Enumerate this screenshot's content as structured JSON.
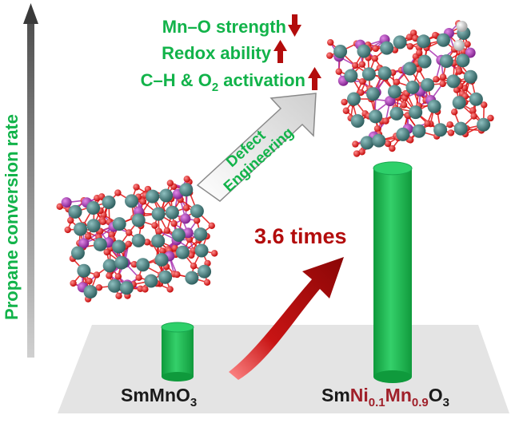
{
  "axis": {
    "label": "Propane conversion rate"
  },
  "properties": [
    {
      "label": "Mn–O strength",
      "trend": "down"
    },
    {
      "label": "Redox ability",
      "trend": "up"
    },
    {
      "label": "C–H & O",
      "subscript": "2",
      "suffix": " activation",
      "trend": "up"
    }
  ],
  "process_arrow": {
    "line1": "Defect",
    "line2": "Engineering"
  },
  "improvement": {
    "label": "3.6 times"
  },
  "catalysts": [
    {
      "parts": [
        {
          "t": "SmMnO",
          "sub": false
        },
        {
          "t": "3",
          "sub": true
        }
      ],
      "relative_rate": 1
    },
    {
      "parts": [
        {
          "t": "Sm",
          "sub": false
        },
        {
          "t": "Ni",
          "sub": false,
          "accent": true
        },
        {
          "t": "0.1",
          "sub": true,
          "accent": true
        },
        {
          "t": "Mn",
          "sub": false,
          "accent": true
        },
        {
          "t": "0.9",
          "sub": true,
          "accent": true
        },
        {
          "t": "O",
          "sub": false
        },
        {
          "t": "3",
          "sub": true
        }
      ],
      "relative_rate": 3.6
    }
  ],
  "colors": {
    "green": "#12b34a",
    "cylinder": "#22c55e",
    "red_arrow": "#b30c0c",
    "accent_text": "#a0202a",
    "platform": "#e4e4e4",
    "oxygen": "#e01010",
    "manganese": "#a830b0",
    "samarium": "#3e7a7a",
    "nickel": "#c8c8c8"
  },
  "icons": {
    "up": "red-up-arrow-icon",
    "down": "red-down-arrow-icon"
  }
}
